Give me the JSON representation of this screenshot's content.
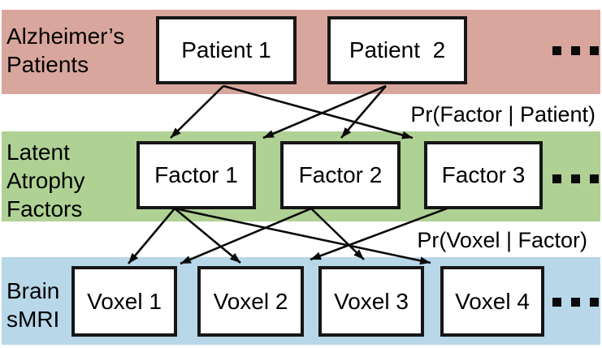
{
  "bands": [
    {
      "id": "alzheimers-patients",
      "label_lines": [
        "Alzheimer’s",
        "Patients"
      ],
      "color": "#d9a69d",
      "boxes": [
        "Patient 1",
        "Patient  2"
      ],
      "ellipsis": "..."
    },
    {
      "id": "latent-atrophy-factors",
      "label_lines": [
        "Latent",
        "Atrophy",
        "Factors"
      ],
      "color": "#b0d194",
      "boxes": [
        "Factor 1",
        "Factor 2",
        "Factor 3"
      ],
      "ellipsis": "..."
    },
    {
      "id": "brain-smri",
      "label_lines": [
        "Brain",
        "sMRI"
      ],
      "color": "#b8d7e9",
      "boxes": [
        "Voxel 1",
        "Voxel 2",
        "Voxel 3",
        "Voxel 4"
      ],
      "ellipsis": "..."
    }
  ],
  "annotations": {
    "factor_given_patient": "Pr(Factor | Patient)",
    "voxel_given_factor": "Pr(Voxel | Factor)"
  },
  "edges": {
    "patient_to_factor": [
      {
        "from": "Patient 1",
        "to": "Factor 1"
      },
      {
        "from": "Patient 1",
        "to": "Factor 3"
      },
      {
        "from": "Patient 2",
        "to": "Factor 1"
      },
      {
        "from": "Patient 2",
        "to": "Factor 2"
      }
    ],
    "factor_to_voxel": [
      {
        "from": "Factor 1",
        "to": "Voxel 1"
      },
      {
        "from": "Factor 1",
        "to": "Voxel 2"
      },
      {
        "from": "Factor 1",
        "to": "Voxel 4"
      },
      {
        "from": "Factor 2",
        "to": "Voxel 1"
      },
      {
        "from": "Factor 2",
        "to": "Voxel 3"
      },
      {
        "from": "Factor 3",
        "to": "Voxel 2"
      }
    ]
  },
  "colors": {
    "box_border": "#161616",
    "arrow": "#0a0a0a",
    "text": "#000000"
  }
}
